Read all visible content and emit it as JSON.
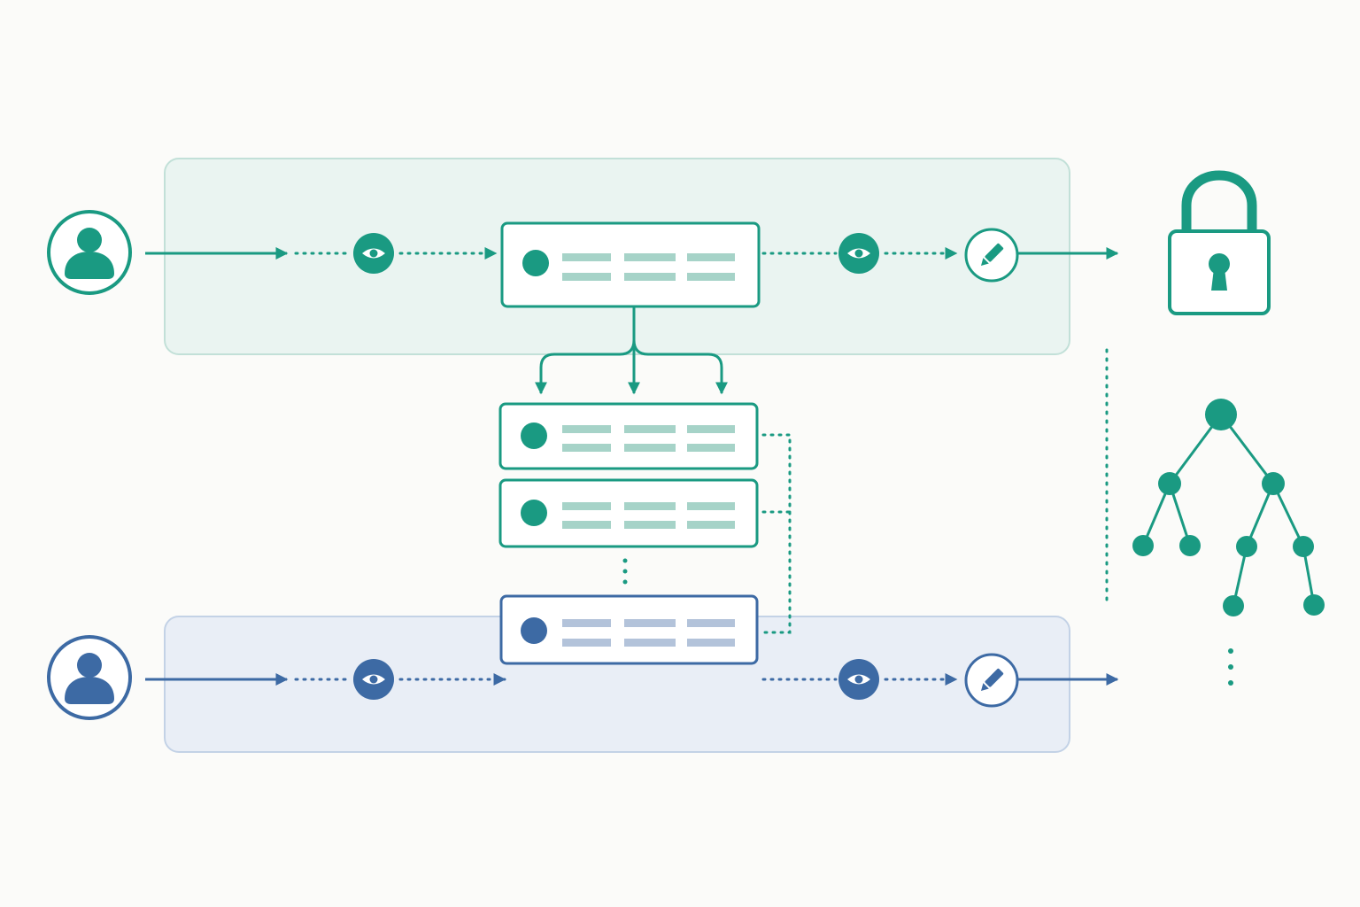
{
  "colors": {
    "background": "#fbfbf9",
    "green": "#1a9a82",
    "green_band_fill": "#eaf4f1",
    "green_band_stroke": "#c2e0d8",
    "green_bar": "#a6d3c8",
    "blue": "#3d6aa4",
    "blue_band_fill": "#e9eef6",
    "blue_band_stroke": "#c3d2e6",
    "blue_bar": "#b3c3da"
  },
  "icons": {
    "user": "user-icon",
    "watch": "eye-icon",
    "edit": "pencil-icon",
    "lock": "padlock-icon",
    "hierarchy": "tree-icon"
  },
  "diagram": {
    "lanes": [
      {
        "name": "top-lane",
        "color": "green"
      },
      {
        "name": "bottom-lane",
        "color": "blue"
      }
    ],
    "record_cards": [
      {
        "name": "main-record",
        "color": "green"
      },
      {
        "name": "child-record-1",
        "color": "green"
      },
      {
        "name": "child-record-2",
        "color": "green"
      },
      {
        "name": "child-record-last",
        "color": "blue"
      }
    ],
    "continuation_marks": [
      "vertical-ellipsis-records",
      "vertical-ellipsis-tree"
    ]
  }
}
